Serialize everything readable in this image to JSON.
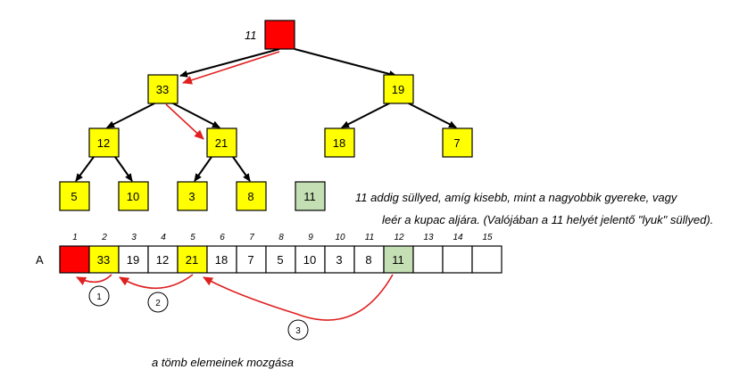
{
  "colors": {
    "red": "#ff0000",
    "yellow": "#ffff00",
    "green": "#c5dfb4",
    "white": "#ffffff",
    "arrow": "#e02020"
  },
  "tree": {
    "moving_label": "11",
    "nodes": [
      {
        "id": "root",
        "value": "",
        "color": "red"
      },
      {
        "id": "n33",
        "value": "33",
        "color": "yellow"
      },
      {
        "id": "n19",
        "value": "19",
        "color": "yellow"
      },
      {
        "id": "n12",
        "value": "12",
        "color": "yellow"
      },
      {
        "id": "n21",
        "value": "21",
        "color": "yellow"
      },
      {
        "id": "n18",
        "value": "18",
        "color": "yellow"
      },
      {
        "id": "n7",
        "value": "7",
        "color": "yellow"
      },
      {
        "id": "n5",
        "value": "5",
        "color": "yellow"
      },
      {
        "id": "n10",
        "value": "10",
        "color": "yellow"
      },
      {
        "id": "n3",
        "value": "3",
        "color": "yellow"
      },
      {
        "id": "n8",
        "value": "8",
        "color": "yellow"
      },
      {
        "id": "n11",
        "value": "11",
        "color": "green"
      }
    ]
  },
  "caption": {
    "line1": "11 addig süllyed, amíg kisebb, mint a nagyobbik gyereke, vagy",
    "line2": "leér a kupac aljára.  (Valójában a 11 helyét jelentő \"lyuk\" süllyed)."
  },
  "array": {
    "label": "A",
    "indices": [
      "1",
      "2",
      "3",
      "4",
      "5",
      "6",
      "7",
      "8",
      "9",
      "10",
      "11",
      "12",
      "13",
      "14",
      "15"
    ],
    "cells": [
      {
        "value": "",
        "color": "red"
      },
      {
        "value": "33",
        "color": "yellow"
      },
      {
        "value": "19",
        "color": "white"
      },
      {
        "value": "12",
        "color": "white"
      },
      {
        "value": "21",
        "color": "yellow"
      },
      {
        "value": "18",
        "color": "white"
      },
      {
        "value": "7",
        "color": "white"
      },
      {
        "value": "5",
        "color": "white"
      },
      {
        "value": "10",
        "color": "white"
      },
      {
        "value": "3",
        "color": "white"
      },
      {
        "value": "8",
        "color": "white"
      },
      {
        "value": "11",
        "color": "green"
      },
      {
        "value": "",
        "color": "white"
      },
      {
        "value": "",
        "color": "white"
      },
      {
        "value": "",
        "color": "white"
      }
    ]
  },
  "steps": [
    "1",
    "2",
    "3"
  ],
  "footer": "a tömb elemeinek mozgása"
}
